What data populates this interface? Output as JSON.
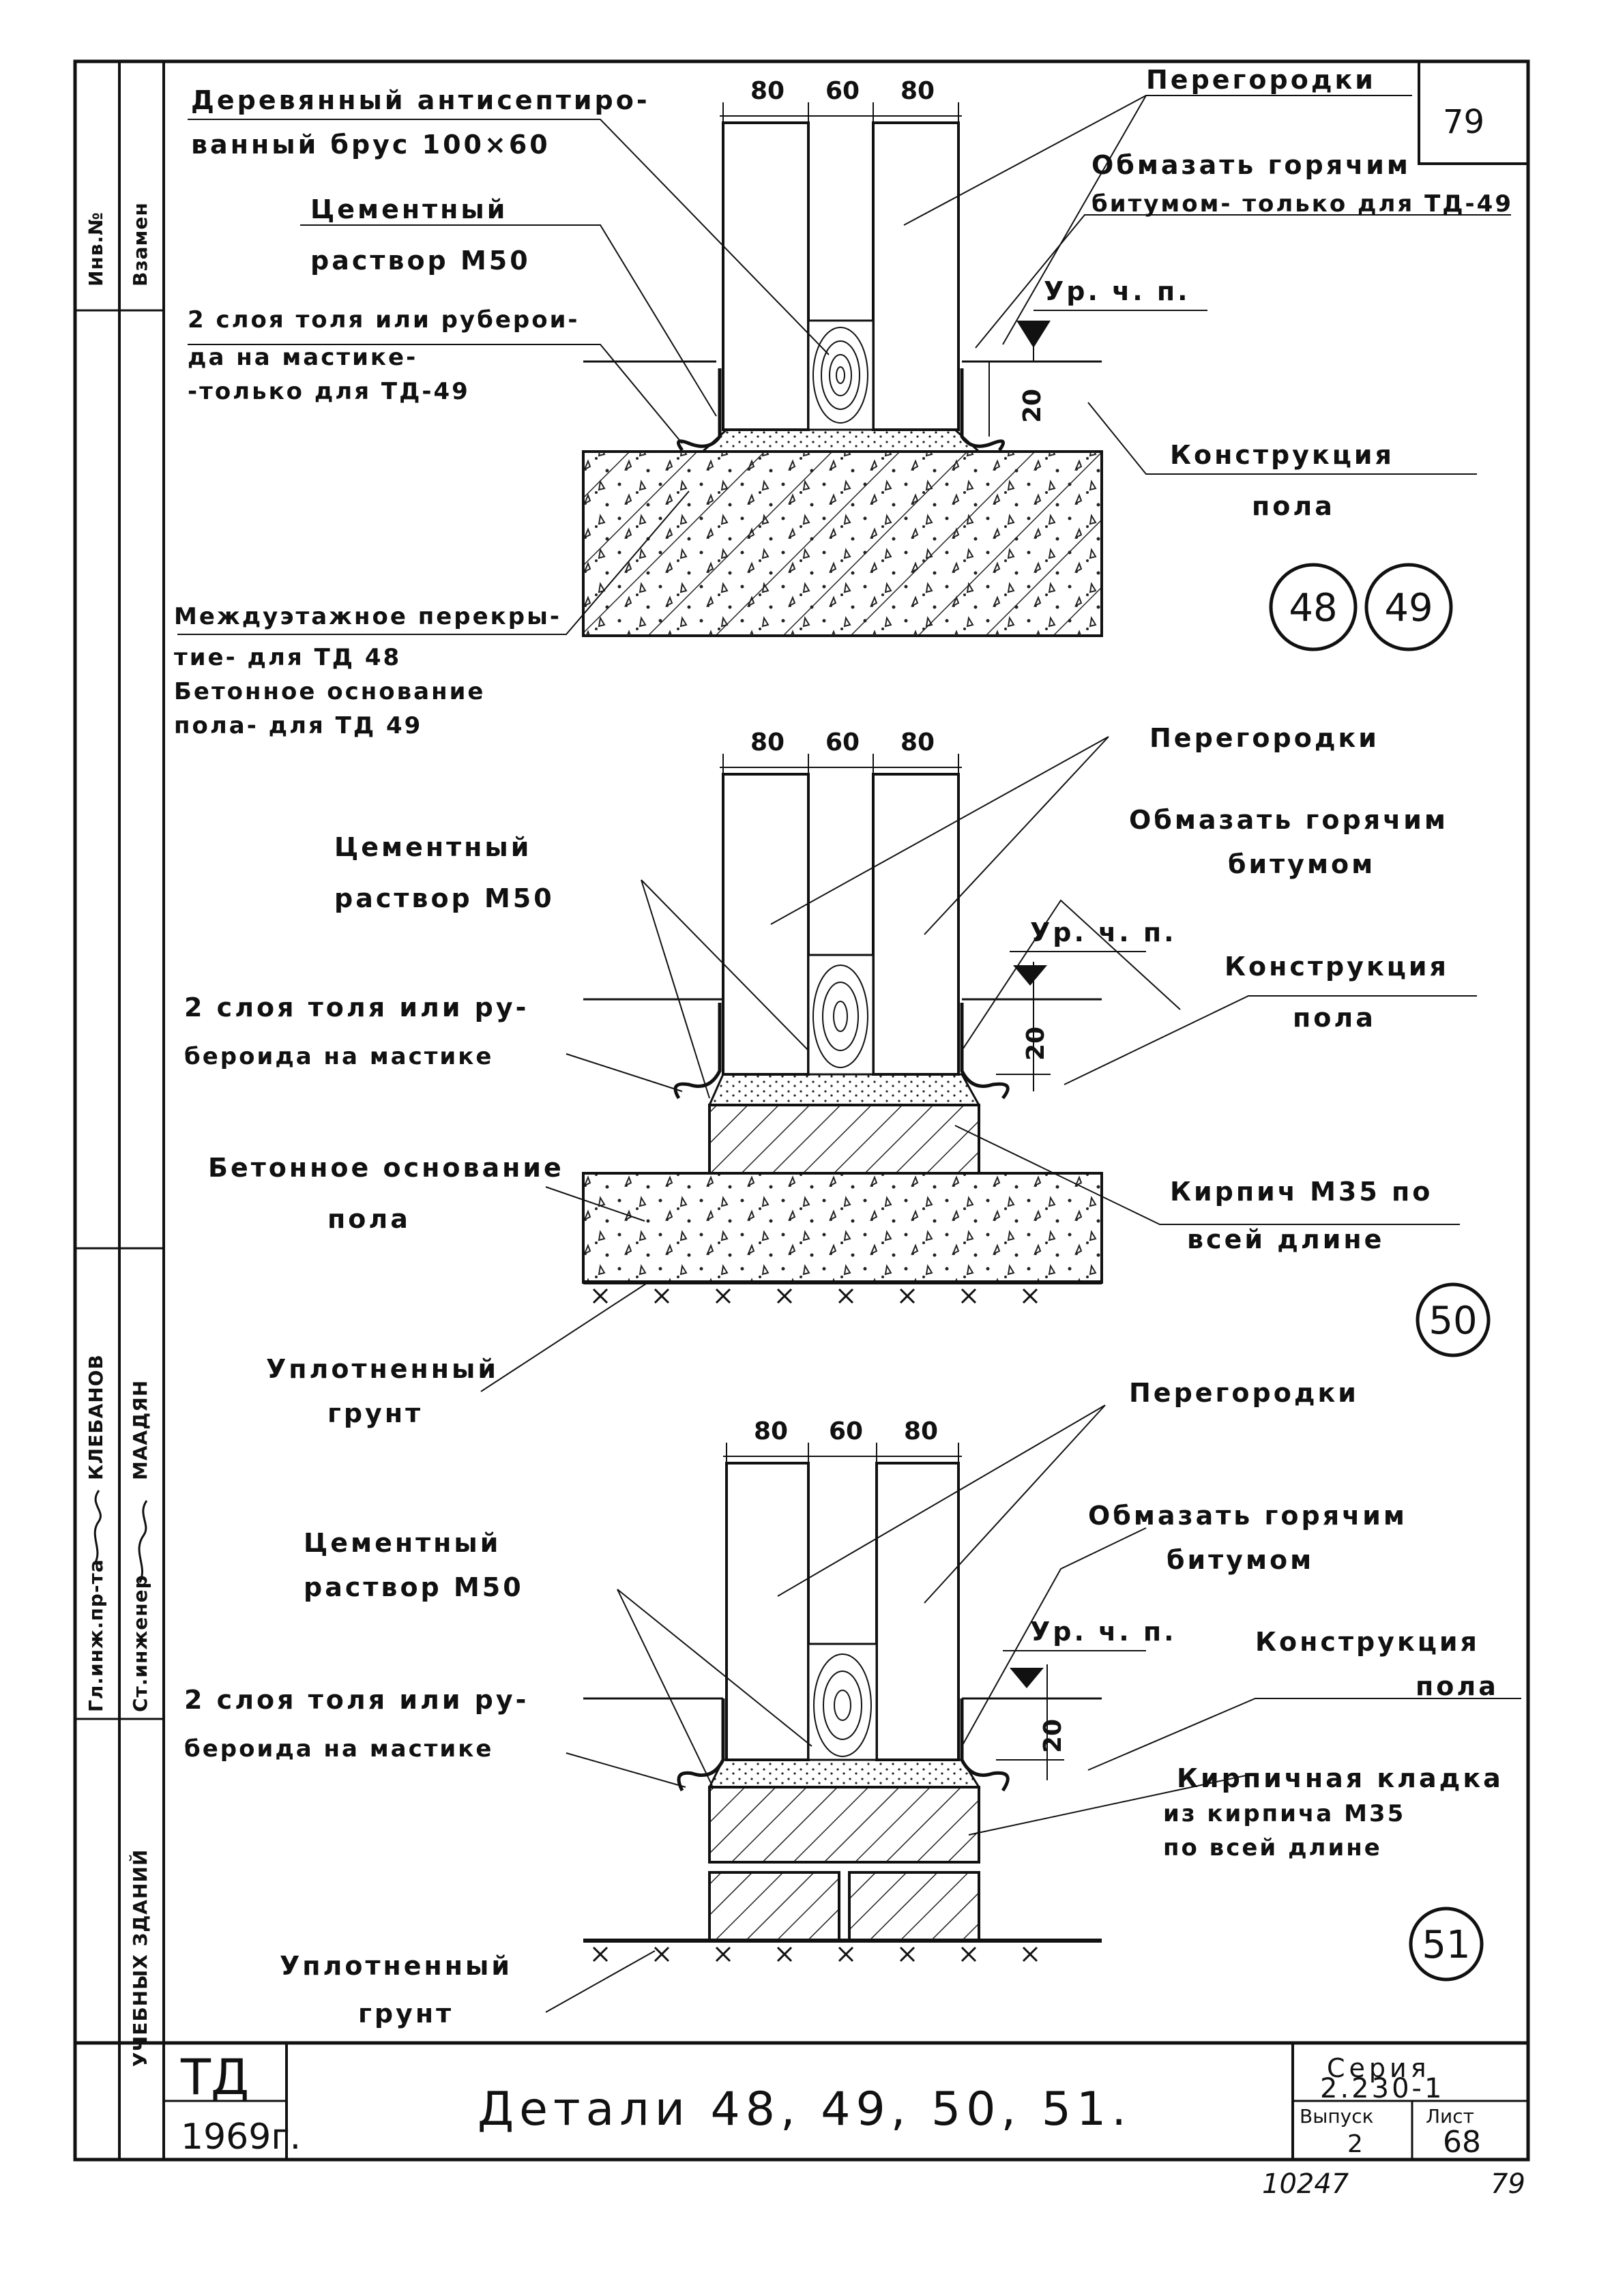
{
  "sheet_no_top": "79",
  "sheet_no_bottom": "79",
  "archive_no": "10247",
  "left_strip": {
    "inv": "Инв.№",
    "vzamen": "Взамен",
    "chief_eng": "Гл.инж.пр-та",
    "senior_eng": "Ст.инженер",
    "name1": "КЛЕБАНОВ",
    "name2": "МААДЯН",
    "org": "УЧЕБНЫХ ЗДАНИЙ"
  },
  "dims": {
    "a": "80",
    "b": "60",
    "c": "80",
    "h": "20"
  },
  "detail1": {
    "beam": [
      "Деревянный антисептиро-",
      "ванный брус 100×60"
    ],
    "cement": [
      "Цементный",
      "раствор М50"
    ],
    "tar": [
      "2 слоя толя или руберои-",
      "да на мастике-",
      "-только для ТД-49"
    ],
    "partitions": "Перегородки",
    "bitumen": [
      "Обмазать горячим",
      "битумом- только для ТД-49"
    ],
    "level": "Ур. ч. п.",
    "floor": [
      "Конструкция",
      "пола"
    ],
    "slab": [
      "Междуэтажное перекры-",
      "тие- для ТД 48",
      "Бетонное основание",
      "пола- для ТД 49"
    ],
    "tags": [
      "48",
      "49"
    ]
  },
  "detail2": {
    "partitions": "Перегородки",
    "bitumen": [
      "Обмазать горячим",
      "битумом"
    ],
    "cement": [
      "Цементный",
      "раствор М50"
    ],
    "level": "Ур. ч. п.",
    "floor": [
      "Конструкция",
      "пола"
    ],
    "tar": [
      "2 слоя толя или ру-",
      "бероида на мастике"
    ],
    "concrete": [
      "Бетонное основание",
      "пола"
    ],
    "brick": [
      "Кирпич М35 по",
      "всей длине"
    ],
    "soil": [
      "Уплотненный",
      "грунт"
    ],
    "tag": "50"
  },
  "detail3": {
    "partitions": "Перегородки",
    "bitumen": [
      "Обмазать горячим",
      "битумом"
    ],
    "cement": [
      "Цементный",
      "раствор М50"
    ],
    "level": "Ур. ч. п.",
    "floor": [
      "Конструкция",
      "пола"
    ],
    "tar": [
      "2 слоя толя или ру-",
      "бероида на мастике"
    ],
    "masonry": [
      "Кирпичная кладка",
      "из кирпича М35",
      "по всей длине"
    ],
    "soil": [
      "Уплотненный",
      "грунт"
    ],
    "tag": "51"
  },
  "title_block": {
    "td": "ТД",
    "year": "1969г.",
    "title": "Детали 48, 49, 50, 51.",
    "series_label": "Серия",
    "series_value": "2.230-1",
    "issue_label": "Выпуск",
    "issue_value": "2",
    "sheet_label": "Лист",
    "sheet_value": "68"
  }
}
